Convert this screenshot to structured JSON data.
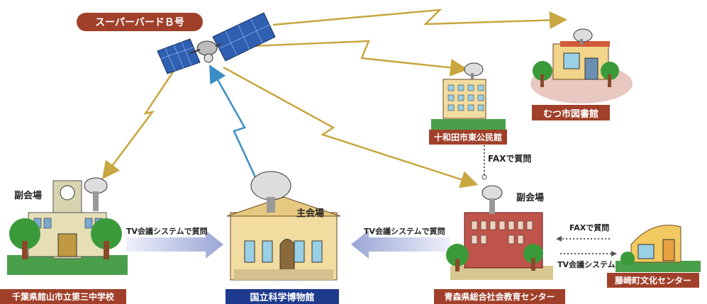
{
  "satellite": {
    "name": "スーパーバードＢ号"
  },
  "main_venue": {
    "role": "主会場",
    "name": "国立科学博物館"
  },
  "sub_venue_left": {
    "role": "副会場",
    "name": "千葉県館山市立第三中学校"
  },
  "sub_venue_right": {
    "role": "副会場",
    "name": "青森県総合社会教育センター"
  },
  "remote_sites": {
    "towada": "十和田市東公民館",
    "mutsu": "むつ市図書館",
    "fujisaki": "藤崎町文化センター"
  },
  "links": {
    "tv_q_left": "TV会議システムで質問",
    "tv_q_right": "TV会議システムで質問",
    "fax_towada": "FAXで質問",
    "fax_fujisaki": "FAXで質問",
    "tv_fujisaki": "TV会議システム"
  },
  "colors": {
    "satellite_label": "#a0402a",
    "mutsu_label": "#a0402a",
    "towada_label": "#a0402a",
    "fujisaki_label": "#a0402a",
    "chiba_label": "#a0402a",
    "aomori_label": "#a0402a",
    "main_label": "#1e3a8c",
    "uplink": "#3a8ec4",
    "downlink": "#c8a640"
  }
}
